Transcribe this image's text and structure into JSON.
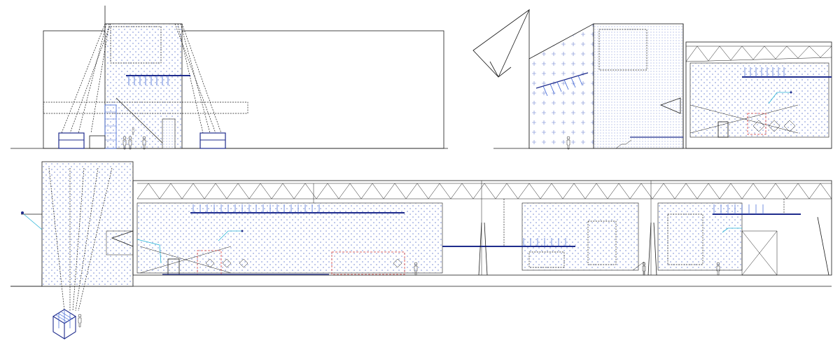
{
  "colors": {
    "line": "#1a1a1a",
    "blue": "#3a63d6",
    "navy": "#1f2c8c",
    "red": "#d43b3b",
    "cyan": "#27b4d8",
    "pattern_dot": "#6a7fcf"
  },
  "views": [
    "front-elevation",
    "side-elevation",
    "long-section",
    "isometric-detail"
  ]
}
